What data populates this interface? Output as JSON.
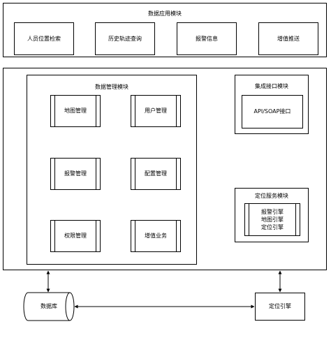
{
  "app_module": {
    "title": "数据应用模块",
    "items": [
      "人员位置检索",
      "历史轨迹查询",
      "报警信息",
      "增值推送"
    ]
  },
  "data_module": {
    "title": "数据管理模块",
    "items": [
      "地图管理",
      "用户管理",
      "报警管理",
      "配置管理",
      "权限管理",
      "增值业务"
    ]
  },
  "integration_module": {
    "title": "集成接口模块",
    "api": "API/SOAP接口"
  },
  "positioning_module": {
    "title": "定位服务模块",
    "engines": [
      "报警引擎",
      "地图引擎",
      "定位引擎"
    ]
  },
  "database": {
    "label": "数据库"
  },
  "positioning_engine": {
    "label": "定位引擎"
  }
}
